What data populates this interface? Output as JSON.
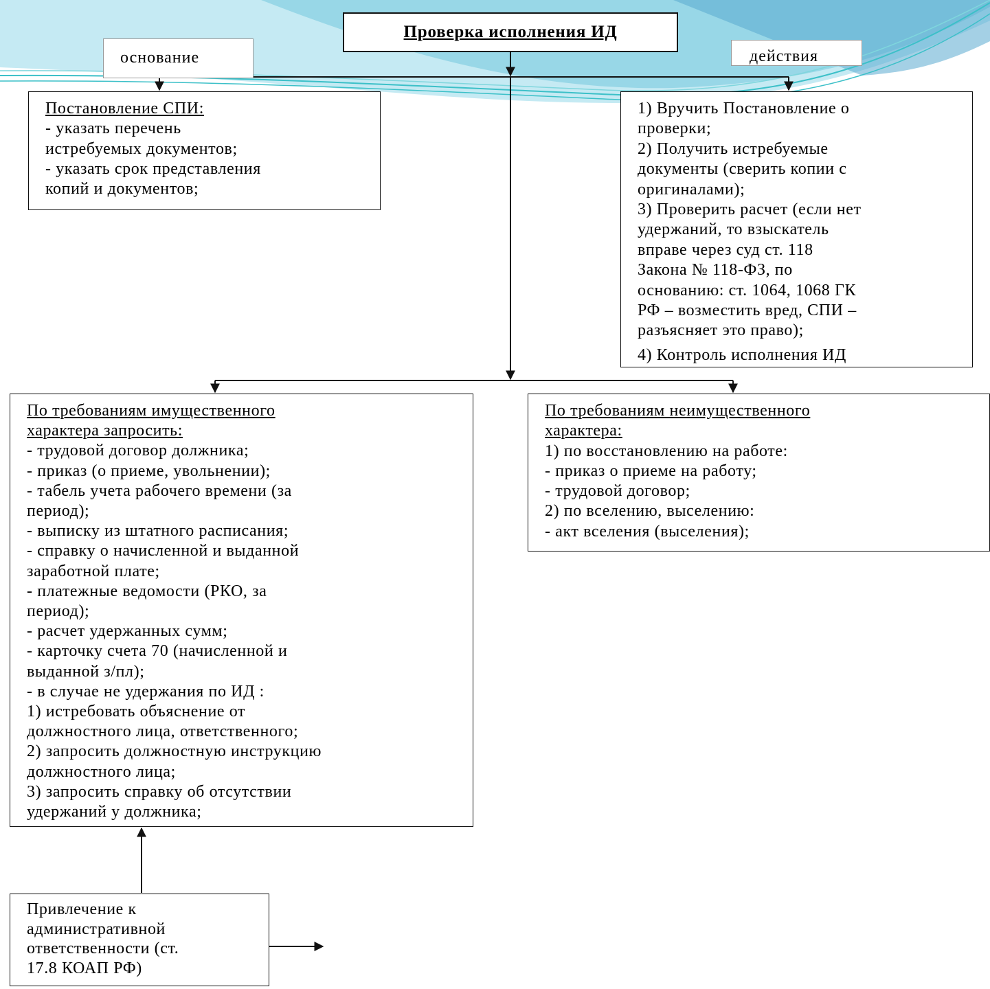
{
  "theme": {
    "decor_colors": [
      "#8fd3e4",
      "#bfe8f2",
      "#3cc0c8",
      "#5aa9cf"
    ],
    "line_color": "#111111"
  },
  "diagram": {
    "title": "Проверка исполнения ИД",
    "basis_tab": "основание",
    "actions_tab": "действия",
    "spi_box": {
      "heading": "Постановление СПИ:",
      "lines": [
        "- указать перечень",
        "истребуемых документов;",
        "- указать срок представления",
        "копий и документов;"
      ]
    },
    "actions_box": {
      "lines": [
        "1) Вручить Постановление о",
        "проверки;",
        "2) Получить истребуемые",
        "документы (сверить копии с",
        "оригиналами);",
        "3) Проверить расчет (если нет",
        "удержаний, то взыскатель",
        "вправе через суд ст. 118",
        "Закона № 118-ФЗ, по",
        "основанию: ст. 1064, 1068 ГК",
        "РФ – возместить вред, СПИ –",
        "разъясняет это право);",
        "4) Контроль исполнения ИД"
      ]
    },
    "property_box": {
      "heading": [
        "По требованиям имущественного",
        "характера запросить:"
      ],
      "lines": [
        "- трудовой договор должника;",
        "- приказ (о приеме, увольнении);",
        "- табель учета рабочего времени (за",
        "период);",
        "- выписку из штатного расписания;",
        "- справку о начисленной и выданной",
        "заработной плате;",
        "- платежные ведомости (РКО, за",
        "период);",
        "- расчет удержанных сумм;",
        "- карточку счета 70 (начисленной и",
        "выданной з/пл);",
        "- в случае не удержания по ИД :",
        "1) истребовать объяснение от",
        "должностного лица, ответственного;",
        "2) запросить должностную инструкцию",
        "должностного лица;",
        "3) запросить справку об отсутствии",
        "удержаний у должника;"
      ]
    },
    "nonproperty_box": {
      "heading": [
        "По требованиям неимущественного",
        "характера:"
      ],
      "lines": [
        "1) по восстановлению на работе:",
        "- приказ о приеме на работу;",
        "- трудовой договор;",
        "2) по вселению, выселению:",
        "- акт вселения (выселения);"
      ]
    },
    "liability_box": {
      "lines": [
        "Привлечение к",
        "административной",
        "ответственности (ст.",
        "17.8 КОАП РФ)"
      ]
    }
  }
}
